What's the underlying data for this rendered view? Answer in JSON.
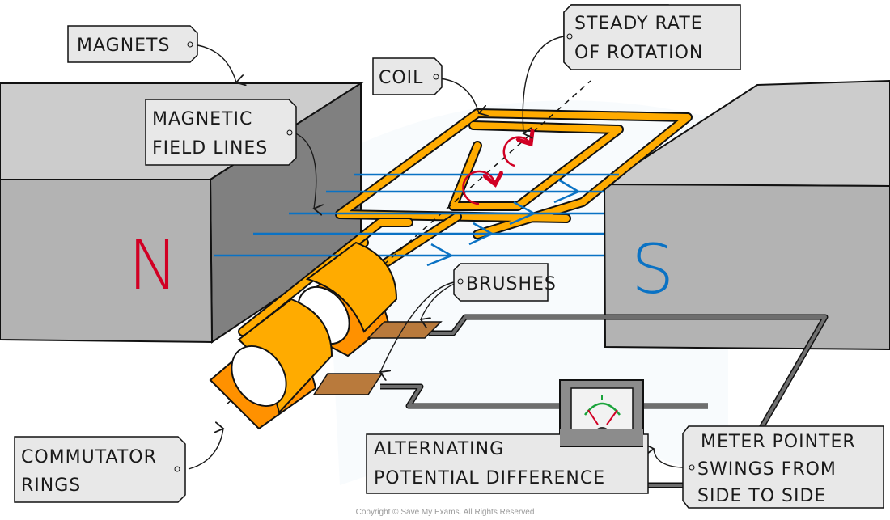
{
  "title": "AC generator (alternator)",
  "labels": {
    "magnets": "MAGNETS",
    "magnetic_field_lines": [
      "MAGNETIC",
      "FIELD LINES"
    ],
    "coil": "COIL",
    "steady_rate": [
      "STEADY RATE",
      "OF ROTATION"
    ],
    "brushes": "BRUSHES",
    "commutator_rings": [
      "COMMUTATOR",
      "RINGS"
    ],
    "alternating_pd": [
      "ALTERNATING",
      "POTENTIAL DIFFERENCE"
    ],
    "meter_pointer": [
      "METER POINTER",
      "SWINGS FROM",
      "SIDE TO SIDE"
    ]
  },
  "poles": {
    "north": "N",
    "south": "S"
  },
  "copyright": "Copyright © Save My Exams. All Rights Reserved",
  "colors": {
    "magnet_front": "#b3b3b3",
    "magnet_top": "#cccccc",
    "magnet_side": "#808080",
    "coil": "#ffab00",
    "ring_dark": "#ff9100",
    "field_lines": "#0a72c4",
    "north": "#d10024",
    "south": "#0a72c4",
    "rotation_arrows": "#d10024",
    "brush": "#b97a3c",
    "wire": "#6e6e6e",
    "meter_scale": "#1aa33a",
    "label_fill": "#e8e8e8"
  }
}
